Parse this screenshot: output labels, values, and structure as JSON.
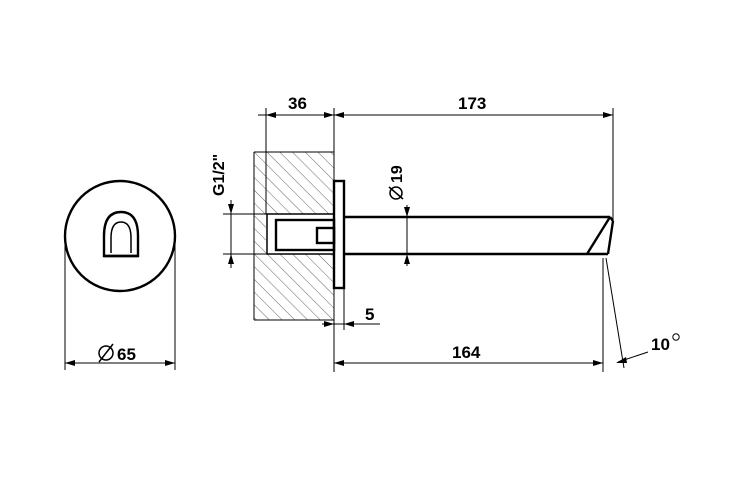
{
  "dimensions": {
    "diameter_65": "65",
    "wall_36": "36",
    "length_173": "173",
    "thread": "G1/2\"",
    "diameter_19": "19",
    "plate_5": "5",
    "length_164": "164",
    "angle_10": "10"
  }
}
